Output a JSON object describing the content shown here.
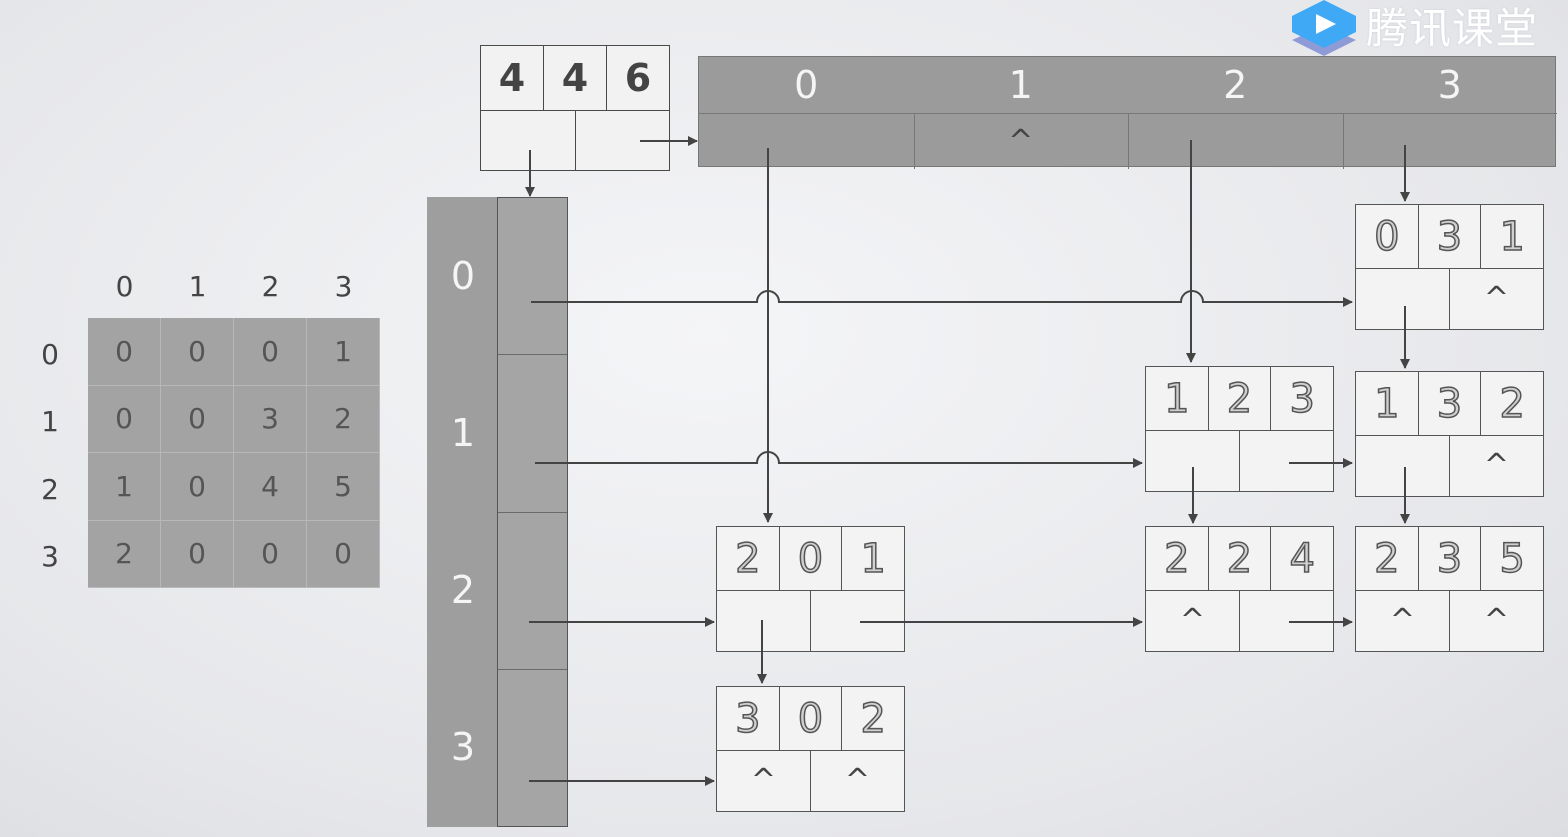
{
  "matrix": {
    "col_labels": [
      "0",
      "1",
      "2",
      "3"
    ],
    "row_labels": [
      "0",
      "1",
      "2",
      "3"
    ],
    "rows": [
      [
        "0",
        "0",
        "0",
        "1"
      ],
      [
        "0",
        "0",
        "3",
        "2"
      ],
      [
        "1",
        "0",
        "4",
        "5"
      ],
      [
        "2",
        "0",
        "0",
        "0"
      ]
    ]
  },
  "header_node": {
    "values": [
      "4",
      "4",
      "6"
    ]
  },
  "column_heads": {
    "indices": [
      "0",
      "1",
      "2",
      "3"
    ],
    "slot_values": [
      "",
      "^",
      "",
      ""
    ]
  },
  "row_heads": {
    "indices": [
      "0",
      "1",
      "2",
      "3"
    ]
  },
  "nodes": [
    {
      "id": "n031",
      "triple": [
        "0",
        "3",
        "1"
      ],
      "right": "",
      "down": "^"
    },
    {
      "id": "n123",
      "triple": [
        "1",
        "2",
        "3"
      ],
      "right": "",
      "down": ""
    },
    {
      "id": "n132",
      "triple": [
        "1",
        "3",
        "2"
      ],
      "right": "",
      "down": "^"
    },
    {
      "id": "n201",
      "triple": [
        "2",
        "0",
        "1"
      ],
      "right": "",
      "down": ""
    },
    {
      "id": "n224",
      "triple": [
        "2",
        "2",
        "4"
      ],
      "right": "^",
      "down": ""
    },
    {
      "id": "n235",
      "triple": [
        "2",
        "3",
        "5"
      ],
      "right": "^",
      "down": "^"
    },
    {
      "id": "n302",
      "triple": [
        "3",
        "0",
        "2"
      ],
      "right": "^",
      "down": "^"
    }
  ],
  "logo": {
    "text": "腾讯课堂",
    "icon": "play-icon"
  },
  "colors": {
    "array_dark": "#9e9e9e",
    "array_light": "#a5a5a5",
    "matrix_bg": "#a3a3a3",
    "arrow": "#444444"
  }
}
